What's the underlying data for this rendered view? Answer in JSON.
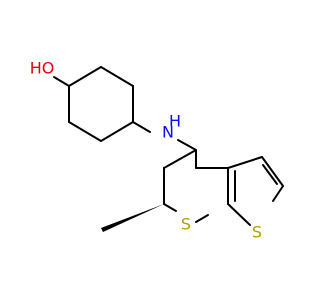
{
  "molecule": {
    "atoms": [
      {
        "symbol": "O",
        "hydrogen": "H",
        "label": "HO",
        "color": "#e3000f"
      },
      {
        "symbol": "N",
        "hydrogen": "H",
        "label": "H",
        "color": "#0b0bf0"
      },
      {
        "symbol": "S",
        "label": "S",
        "color": "#b0a000"
      },
      {
        "symbol": "S",
        "label": "S",
        "color": "#b0a000"
      }
    ],
    "stereo": "wedge-methyl"
  }
}
